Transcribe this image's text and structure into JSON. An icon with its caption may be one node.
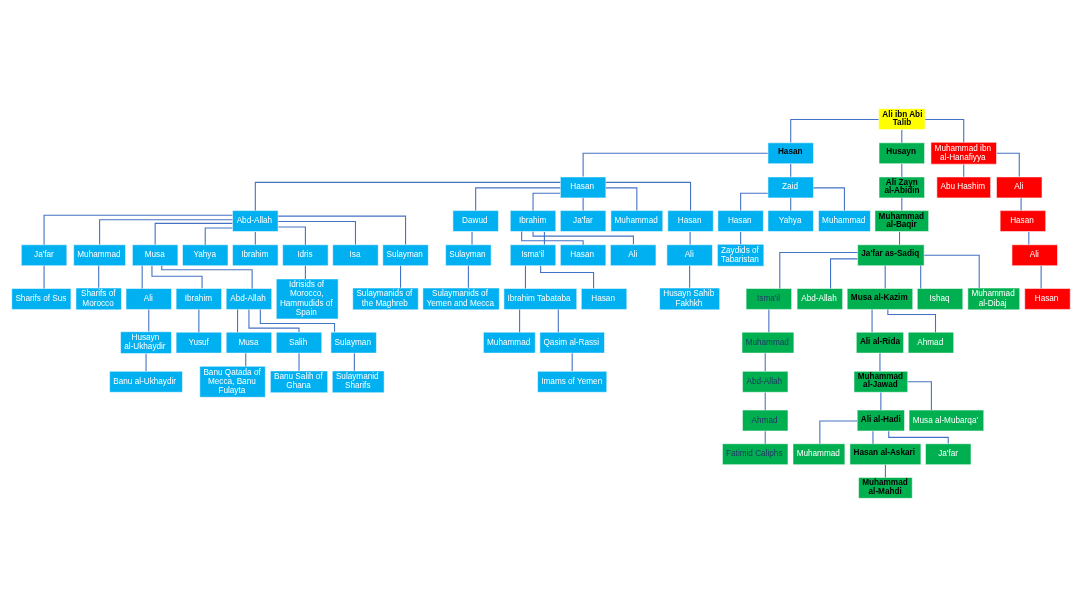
{
  "diagram": {
    "nodes": [
      {
        "text": [
          "Ali ibn Abi Talib"
        ]
      },
      {
        "text": [
          "Hasan"
        ]
      },
      {
        "text": [
          "Hasan"
        ]
      },
      {
        "text": [
          "Abd-Allah"
        ]
      },
      {
        "text": [
          "Ja'far"
        ]
      },
      {
        "text": [
          "Sharifs of Sus"
        ]
      },
      {
        "text": [
          "Muhammad"
        ]
      },
      {
        "text": [
          "Sharifs of Morocco"
        ]
      },
      {
        "text": [
          "Musa"
        ]
      },
      {
        "text": [
          "Ali"
        ]
      },
      {
        "text": [
          "Husayn al-Ukhaydir"
        ]
      },
      {
        "text": [
          "Banu al-Ukhaydir"
        ]
      },
      {
        "text": [
          "Ibrahim"
        ]
      },
      {
        "text": [
          "Yusuf"
        ]
      },
      {
        "text": [
          "Abd-Allah"
        ]
      },
      {
        "text": [
          "Musa"
        ]
      },
      {
        "text": [
          "Banu Qatada of Mecca, Banu Fulayta"
        ]
      },
      {
        "text": [
          "Salih"
        ]
      },
      {
        "text": [
          "Banu Salih of Ghana"
        ]
      },
      {
        "text": [
          "Sulayman"
        ]
      },
      {
        "text": [
          "Sulaymanid Sharifs"
        ]
      },
      {
        "text": [
          "Yahya"
        ]
      },
      {
        "text": [
          "Ibrahim"
        ]
      },
      {
        "text": [
          "Idris"
        ]
      },
      {
        "text": [
          "Idrisids of Morocco, Hammudids of Spain"
        ]
      },
      {
        "text": [
          "Isa"
        ]
      },
      {
        "text": [
          "Sulayman"
        ]
      },
      {
        "text": [
          "Sulaymanids of the Maghreb"
        ]
      },
      {
        "text": [
          "Dawud"
        ]
      },
      {
        "text": [
          "Sulayman"
        ]
      },
      {
        "text": [
          "Sulaymanids of Yemen and Mecca"
        ]
      },
      {
        "text": [
          "Ibrahim"
        ]
      },
      {
        "text": [
          "Isma'il"
        ]
      },
      {
        "text": [
          "Ibrahim Tabataba"
        ]
      },
      {
        "text": [
          "Muhammad"
        ]
      },
      {
        "text": [
          "Qasim al-Rassi"
        ]
      },
      {
        "text": [
          "Imams of Yemen"
        ]
      },
      {
        "text": [
          "Hasan"
        ]
      },
      {
        "text": [
          "Hasan"
        ]
      },
      {
        "text": [
          "Ali"
        ]
      },
      {
        "text": [
          "Ja'far"
        ]
      },
      {
        "text": [
          "Muhammad"
        ]
      },
      {
        "text": [
          "Hasan"
        ]
      },
      {
        "text": [
          "Ali"
        ]
      },
      {
        "text": [
          "Husayn Sahib Fakhkh"
        ]
      },
      {
        "text": [
          "Zaid"
        ]
      },
      {
        "text": [
          "Hasan"
        ]
      },
      {
        "text": [
          "Zaydids of Tabaristan"
        ]
      },
      {
        "text": [
          "Yahya"
        ]
      },
      {
        "text": [
          "Muhammad"
        ]
      },
      {
        "text": [
          "Husayn"
        ]
      },
      {
        "text": [
          "Ali Zayn al-Abidin"
        ]
      },
      {
        "text": [
          "Muhammad al-Baqir"
        ]
      },
      {
        "text": [
          "Ja'far as-Sadiq"
        ]
      },
      {
        "text": [
          "Isma'il"
        ]
      },
      {
        "text": [
          "Muhammad"
        ]
      },
      {
        "text": [
          "Abd-Allah"
        ]
      },
      {
        "text": [
          "Ahmad"
        ]
      },
      {
        "text": [
          "Fatimid Caliphs"
        ]
      },
      {
        "text": [
          "Abd-Allah"
        ]
      },
      {
        "text": [
          "Musa al-Kazim"
        ]
      },
      {
        "text": [
          "Ali al-Rida"
        ]
      },
      {
        "text": [
          "Muhammad al-Jawad"
        ]
      },
      {
        "text": [
          "Ali al-Hadi"
        ]
      },
      {
        "text": [
          "Muhammad"
        ]
      },
      {
        "text": [
          "Hasan al-Askari"
        ]
      },
      {
        "text": [
          "Muhammad al-Mahdi"
        ]
      },
      {
        "text": [
          "Ja'far"
        ]
      },
      {
        "text": [
          "Musa al-Mubarqa'"
        ]
      },
      {
        "text": [
          "Ahmad"
        ]
      },
      {
        "text": [
          "Ishaq"
        ]
      },
      {
        "text": [
          "Muhammad al-Dibaj"
        ]
      },
      {
        "text": [
          "Muhammad ibn al-Hanafiyya"
        ]
      },
      {
        "text": [
          "Abu Hashim"
        ]
      },
      {
        "text": [
          "Ali"
        ]
      },
      {
        "text": [
          "Hasan"
        ]
      },
      {
        "text": [
          "Ali"
        ]
      },
      {
        "text": [
          "Hasan"
        ]
      }
    ],
    "edges": [
      {
        "from": 0,
        "to": 1,
        "arrow": "none"
      },
      {
        "from": 1,
        "to": 2,
        "arrow": "none"
      },
      {
        "from": 2,
        "to": 3,
        "arrow": "none"
      },
      {
        "from": 3,
        "to": 4,
        "arrow": "none"
      },
      {
        "from": 4,
        "to": 5,
        "arrow": "none"
      },
      {
        "from": 3,
        "to": 6,
        "arrow": "none"
      },
      {
        "from": 6,
        "to": 7,
        "arrow": "none"
      },
      {
        "from": 3,
        "to": 8,
        "arrow": "none"
      },
      {
        "from": 8,
        "to": 9,
        "arrow": "none"
      },
      {
        "from": 9,
        "to": 10,
        "arrow": "none"
      },
      {
        "from": 10,
        "to": 11,
        "arrow": "none"
      },
      {
        "from": 8,
        "to": 12,
        "arrow": "none"
      },
      {
        "from": 12,
        "to": 13,
        "arrow": "none"
      },
      {
        "from": 8,
        "to": 14,
        "arrow": "none"
      },
      {
        "from": 14,
        "to": 15,
        "arrow": "none"
      },
      {
        "from": 15,
        "to": 16,
        "arrow": "none"
      },
      {
        "from": 14,
        "to": 17,
        "arrow": "none"
      },
      {
        "from": 17,
        "to": 18,
        "arrow": "none"
      },
      {
        "from": 14,
        "to": 19,
        "arrow": "none"
      },
      {
        "from": 19,
        "to": 20,
        "arrow": "none"
      },
      {
        "from": 3,
        "to": 21,
        "arrow": "none"
      },
      {
        "from": 3,
        "to": 22,
        "arrow": "none"
      },
      {
        "from": 3,
        "to": 23,
        "arrow": "none"
      },
      {
        "from": 23,
        "to": 24,
        "arrow": "none"
      },
      {
        "from": 3,
        "to": 25,
        "arrow": "none"
      },
      {
        "from": 3,
        "to": 26,
        "arrow": "none"
      },
      {
        "from": 26,
        "to": 27,
        "arrow": "none"
      },
      {
        "from": 2,
        "to": 28,
        "arrow": "none"
      },
      {
        "from": 28,
        "to": 29,
        "arrow": "none"
      },
      {
        "from": 29,
        "to": 30,
        "arrow": "none"
      },
      {
        "from": 2,
        "to": 31,
        "arrow": "none"
      },
      {
        "from": 31,
        "to": 32,
        "arrow": "none"
      },
      {
        "from": 32,
        "to": 33,
        "arrow": "none"
      },
      {
        "from": 33,
        "to": 34,
        "arrow": "none"
      },
      {
        "from": 33,
        "to": 35,
        "arrow": "none"
      },
      {
        "from": 35,
        "to": 36,
        "arrow": "none"
      },
      {
        "from": 32,
        "to": 37,
        "arrow": "none"
      },
      {
        "from": 31,
        "to": 38,
        "arrow": "none"
      },
      {
        "from": 31,
        "to": 39,
        "arrow": "none"
      },
      {
        "from": 2,
        "to": 40,
        "arrow": "none"
      },
      {
        "from": 2,
        "to": 41,
        "arrow": "none"
      },
      {
        "from": 2,
        "to": 42,
        "arrow": "none"
      },
      {
        "from": 42,
        "to": 43,
        "arrow": "none"
      },
      {
        "from": 43,
        "to": 44,
        "arrow": "none"
      },
      {
        "from": 1,
        "to": 45,
        "arrow": "none"
      },
      {
        "from": 45,
        "to": 46,
        "arrow": "none"
      },
      {
        "from": 46,
        "to": 47,
        "arrow": "none"
      },
      {
        "from": 45,
        "to": 48,
        "arrow": "none"
      },
      {
        "from": 45,
        "to": 49,
        "arrow": "none"
      },
      {
        "from": 0,
        "to": 50,
        "arrow": "none"
      },
      {
        "from": 50,
        "to": 51,
        "arrow": "none"
      },
      {
        "from": 51,
        "to": 52,
        "arrow": "none"
      },
      {
        "from": 52,
        "to": 53,
        "arrow": "none"
      },
      {
        "from": 53,
        "to": 54,
        "arrow": "none"
      },
      {
        "from": 54,
        "to": 55,
        "arrow": "none"
      },
      {
        "from": 55,
        "to": 56,
        "arrow": "none"
      },
      {
        "from": 56,
        "to": 57,
        "arrow": "none"
      },
      {
        "from": 57,
        "to": 58,
        "arrow": "none"
      },
      {
        "from": 53,
        "to": 59,
        "arrow": "none"
      },
      {
        "from": 53,
        "to": 60,
        "arrow": "none"
      },
      {
        "from": 60,
        "to": 61,
        "arrow": "none"
      },
      {
        "from": 61,
        "to": 62,
        "arrow": "none"
      },
      {
        "from": 62,
        "to": 63,
        "arrow": "none"
      },
      {
        "from": 63,
        "to": 64,
        "arrow": "none"
      },
      {
        "from": 63,
        "to": 65,
        "arrow": "none"
      },
      {
        "from": 65,
        "to": 66,
        "arrow": "none"
      },
      {
        "from": 63,
        "to": 67,
        "arrow": "none"
      },
      {
        "from": 62,
        "to": 68,
        "arrow": "none"
      },
      {
        "from": 60,
        "to": 69,
        "arrow": "none"
      },
      {
        "from": 53,
        "to": 70,
        "arrow": "none"
      },
      {
        "from": 53,
        "to": 71,
        "arrow": "none"
      },
      {
        "from": 0,
        "to": 72,
        "arrow": "none"
      },
      {
        "from": 72,
        "to": 73,
        "arrow": "none"
      },
      {
        "from": 72,
        "to": 74,
        "arrow": "none"
      },
      {
        "from": 74,
        "to": 75,
        "arrow": "none"
      },
      {
        "from": 75,
        "to": 76,
        "arrow": "none"
      },
      {
        "from": 76,
        "to": 77,
        "arrow": "none"
      }
    ]
  }
}
